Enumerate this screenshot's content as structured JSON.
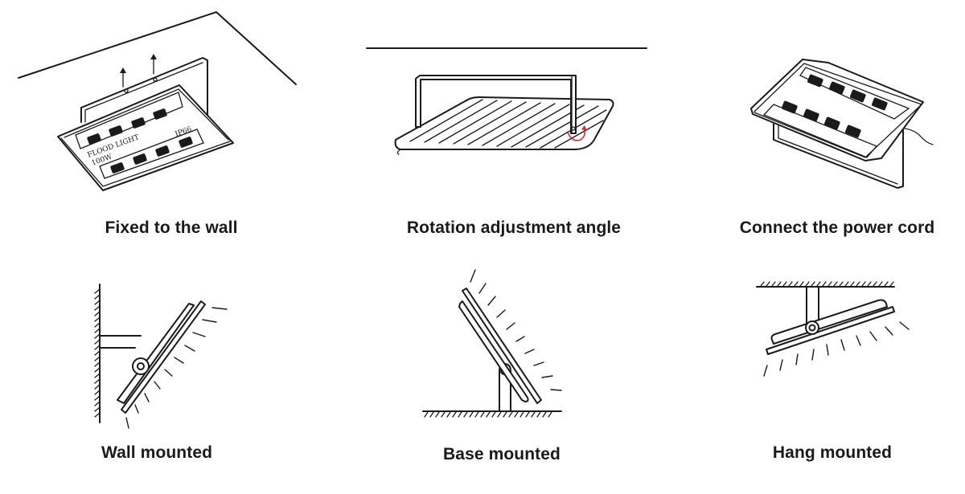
{
  "diagram": {
    "title": "Flood light installation steps and mounting methods",
    "colors": {
      "line": "#1a1a1a",
      "rotation_arrow": "#e0282c",
      "background": "#ffffff"
    },
    "panels": [
      {
        "id": "fixed-to-wall",
        "caption": "Fixed to the wall",
        "product_labels": {
          "name": "FLOOD LIGHT",
          "power": "100W",
          "rating": "IP66"
        },
        "led_modules": 8
      },
      {
        "id": "rotation-adjustment",
        "caption": "Rotation adjustment angle"
      },
      {
        "id": "connect-power",
        "caption": "Connect the power cord",
        "led_modules": 8
      },
      {
        "id": "wall-mounted",
        "caption": "Wall mounted"
      },
      {
        "id": "base-mounted",
        "caption": "Base mounted"
      },
      {
        "id": "hang-mounted",
        "caption": "Hang mounted"
      }
    ]
  }
}
